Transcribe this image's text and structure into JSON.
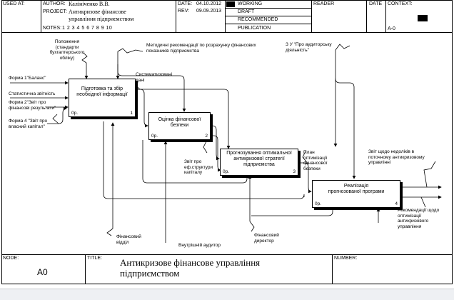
{
  "header": {
    "used_at_label": "USED AT:",
    "author_label": "AUTHOR:",
    "author_value": "Калініченко В.В.",
    "project_label": "PROJECT:",
    "project_value_line1": "Антикризове фінансове",
    "project_value_line2": "управління підприємством",
    "notes_label": "NOTES:",
    "notes_numbers": "1 2 3 4 5 6 7 8 9 10",
    "date_label": "DATE:",
    "date_value": "04.10.2012",
    "rev_label": "REV:",
    "rev_value": "09.09.2013",
    "status_working": "WORKING",
    "status_draft": "DRAFT",
    "status_recommended": "RECOMMENDED",
    "status_publication": "PUBLICATION",
    "reader_label": "READER",
    "reader_date_label": "DATE",
    "context_label": "CONTEXT:",
    "context_node": "A-0"
  },
  "boxes": [
    {
      "label": "Підготовка та збір необхідної інформації",
      "cost": "0р.",
      "number": "1"
    },
    {
      "label": "Оцінка фінансової безпеки",
      "cost": "0р.",
      "number": "2"
    },
    {
      "label": "Прогнозування оптимальної антикризової стратегії підприємства",
      "cost": "0р.",
      "number": "3"
    },
    {
      "label": "Реалізація прогнозованої програми",
      "cost": "0р.",
      "number": "4"
    }
  ],
  "arrows": {
    "polozhennia": "Положення (стандарти бухгалтерського обліку)",
    "metodychni": "Методичні рекомендації по розрахунку фінансових показників підприємства",
    "zu": "З У \"Про аудиторську діяльність\"",
    "forma1": "Форма 1\"Баланс\"",
    "statystychna": "Статистична звітність",
    "forma2": "Форма 2\"Звіт про фінансові результати\"",
    "forma4": "Форма 4 \"Звіт про власний капітал\"",
    "systematyzovani": "Систематизовані дані",
    "zvit_ef": "Звіт про еф.структури капіталу",
    "plan": "План оптимізації фінансової безпеки",
    "zvit_nedoliky": "Звіт щодо недоліків в поточному антикризовому управлінні",
    "rekomendatsii": "Рекомендації щодо оптимізації антикризового управління",
    "finansovyi_viddil": "Фінансовий відділ",
    "vnutrishnii_audytor": "Внутрішній аудитор",
    "finansovyi_dyrektor": "Фінансовий директор"
  },
  "footer": {
    "node_label": "NODE:",
    "node_value": "A0",
    "title_label": "TITLE:",
    "title_line1": "Антикризове фінансове управління",
    "title_line2": "підприємством",
    "number_label": "NUMBER:"
  }
}
